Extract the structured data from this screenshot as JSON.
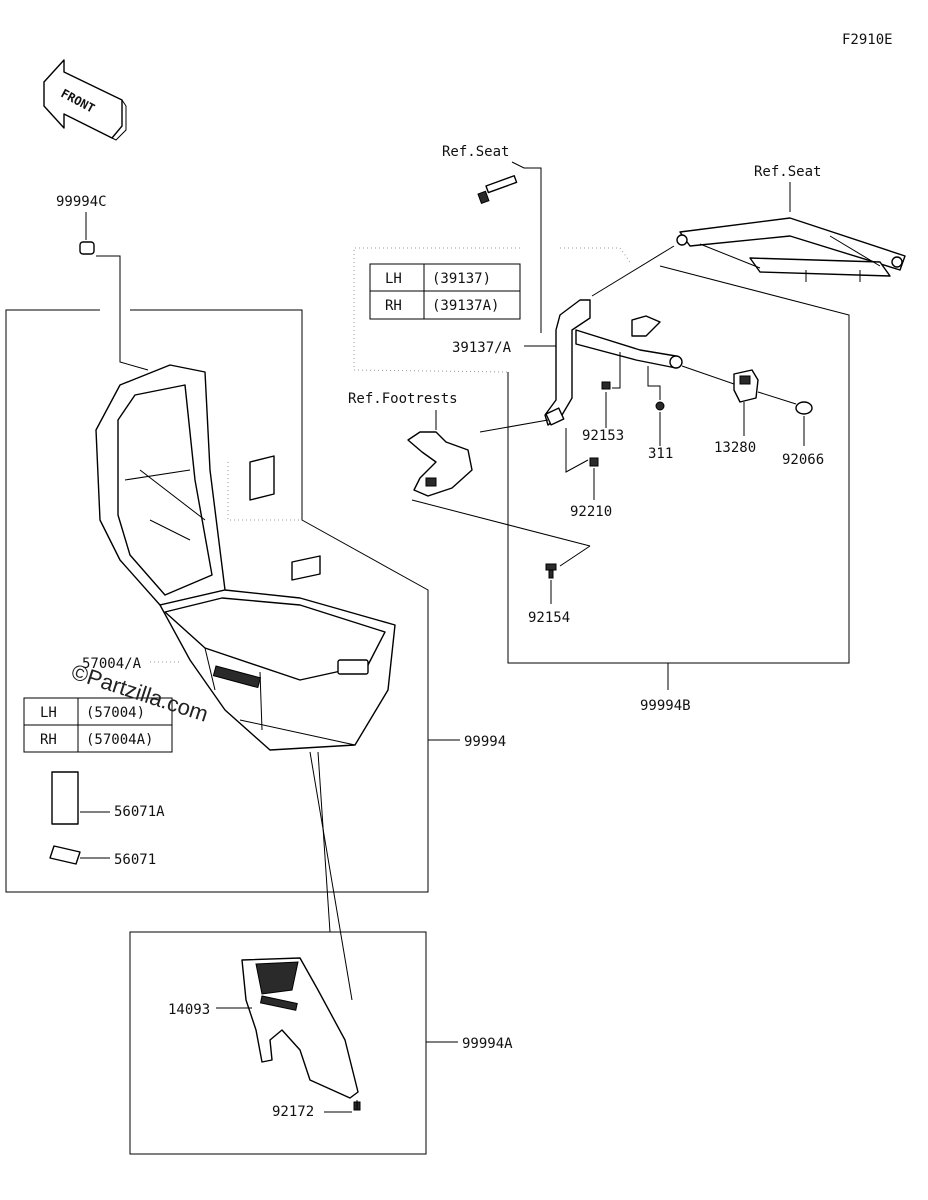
{
  "diagram_code": "F2910E",
  "front_label": "FRONT",
  "watermark": "©Partzilla.com",
  "labels": {
    "ref_seat_1": "Ref.Seat",
    "ref_seat_2": "Ref.Seat",
    "ref_footrests": "Ref.Footrests",
    "p99994C": "99994C",
    "p39137A": "39137/A",
    "p92153": "92153",
    "p311": "311",
    "p13280": "13280",
    "p92066": "92066",
    "p92210": "92210",
    "p92154": "92154",
    "p99994B": "99994B",
    "p57004A": "57004/A",
    "p99994": "99994",
    "p56071A": "56071A",
    "p56071": "56071",
    "p14093": "14093",
    "p99994A": "99994A",
    "p92172": "92172"
  },
  "table_39137": {
    "rows": [
      {
        "side": "LH",
        "part": "(39137)"
      },
      {
        "side": "RH",
        "part": "(39137A)"
      }
    ]
  },
  "table_57004": {
    "rows": [
      {
        "side": "LH",
        "part": "(57004)"
      },
      {
        "side": "RH",
        "part": "(57004A)"
      }
    ]
  }
}
